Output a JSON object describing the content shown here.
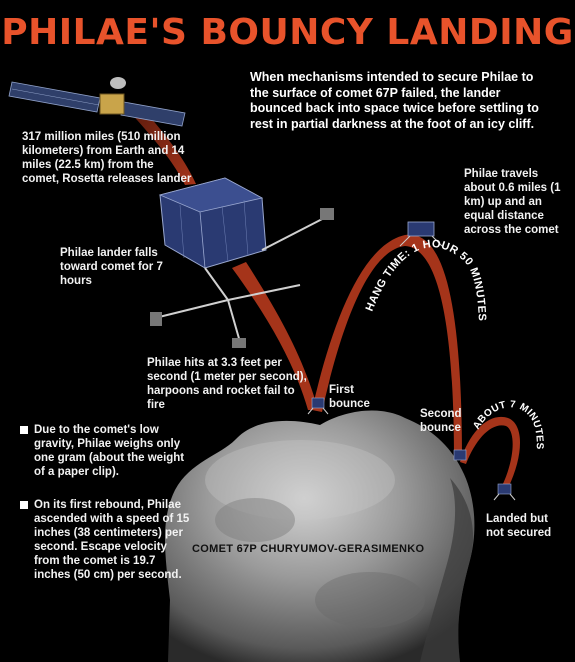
{
  "title": "PHILAE'S BOUNCY LANDING",
  "intro": "When mechanisms intended to secure Philae to the surface of comet 67P failed, the lander bounced back into space twice before settling to rest in partial darkness at the foot of an icy cliff.",
  "notes": {
    "rosetta": "317 million miles (510 million kilometers) from Earth and 14 miles (22.5 km) from the comet, Rosetta releases lander",
    "falls": "Philae lander falls toward comet for 7 hours",
    "travels": "Philae travels about 0.6 miles (1 km) up and an equal distance across the comet",
    "hits": "Philae hits at 3.3 feet per second (1 meter per second), harpoons and rocket fail to fire",
    "first_bounce": "First bounce",
    "second_bounce": "Second bounce",
    "landed": "Landed but not secured",
    "hang_time": "HANG TIME: 1 HOUR 50 MINUTES",
    "about_7": "ABOUT 7 MINUTES"
  },
  "facts": [
    "Due to the comet's low gravity, Philae weighs only one gram (about the weight of a paper clip).",
    "On its first rebound, Philae ascended with a speed of 15 inches (38 centimeters) per second. Escape velocity from the comet is 19.7 inches (50 cm) per second."
  ],
  "comet_label": "COMET 67P CHURYUMOV-GERASIMENKO",
  "colors": {
    "title": "#e8532b",
    "trajectory": "#8a2a16",
    "comet": "#8f8f8f",
    "background": "#000000"
  }
}
